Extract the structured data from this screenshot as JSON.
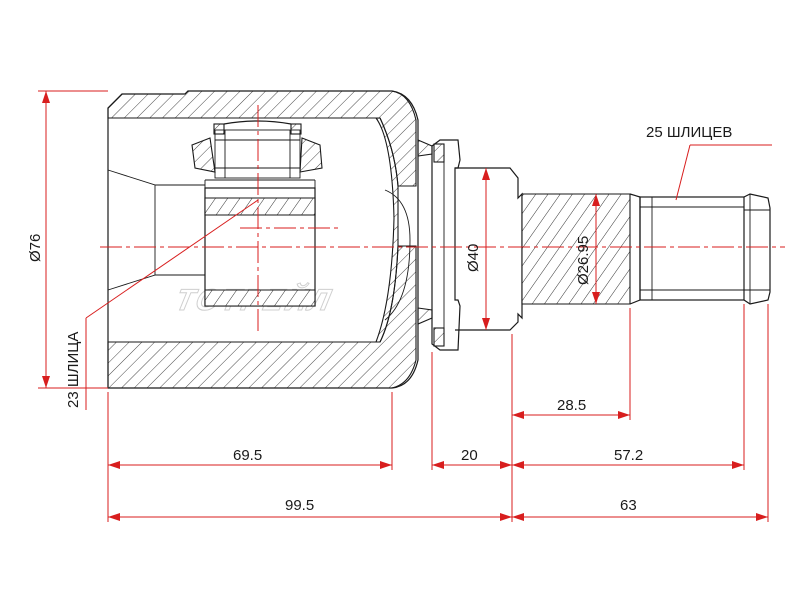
{
  "dimensions": {
    "outer_diameter": "Ø76",
    "flange_diameter": "Ø40",
    "spline_diameter": "Ø26.95",
    "spline_length": "28.5",
    "housing_length": "69.5",
    "neck_length": "20",
    "shaft_length": "57.2",
    "total_housing": "99.5",
    "total_shaft": "63"
  },
  "labels": {
    "inner_splines": "23 ШЛИЦА",
    "outer_splines": "25 ШЛИЦЕВ"
  },
  "watermark": "ТОТРЕЙЛ",
  "colors": {
    "dimension": "#d81e1e",
    "outline": "#1a1a1a"
  }
}
